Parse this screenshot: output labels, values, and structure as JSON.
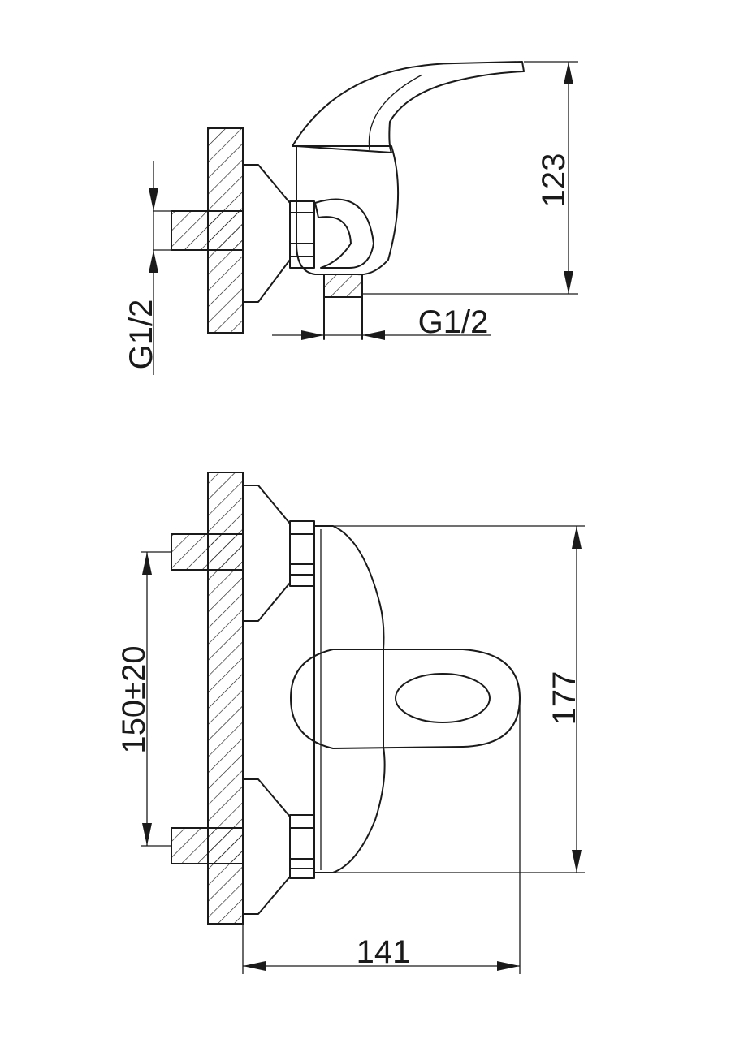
{
  "top_view": {
    "height_dim": "123",
    "inlet_side_label": "G1/2",
    "outlet_bottom_label": "G1/2"
  },
  "front_view": {
    "height_dim": "177",
    "centers_dim": "150±20",
    "width_dim": "141"
  },
  "colors": {
    "line": "#1a1a1a",
    "background": "#ffffff"
  }
}
